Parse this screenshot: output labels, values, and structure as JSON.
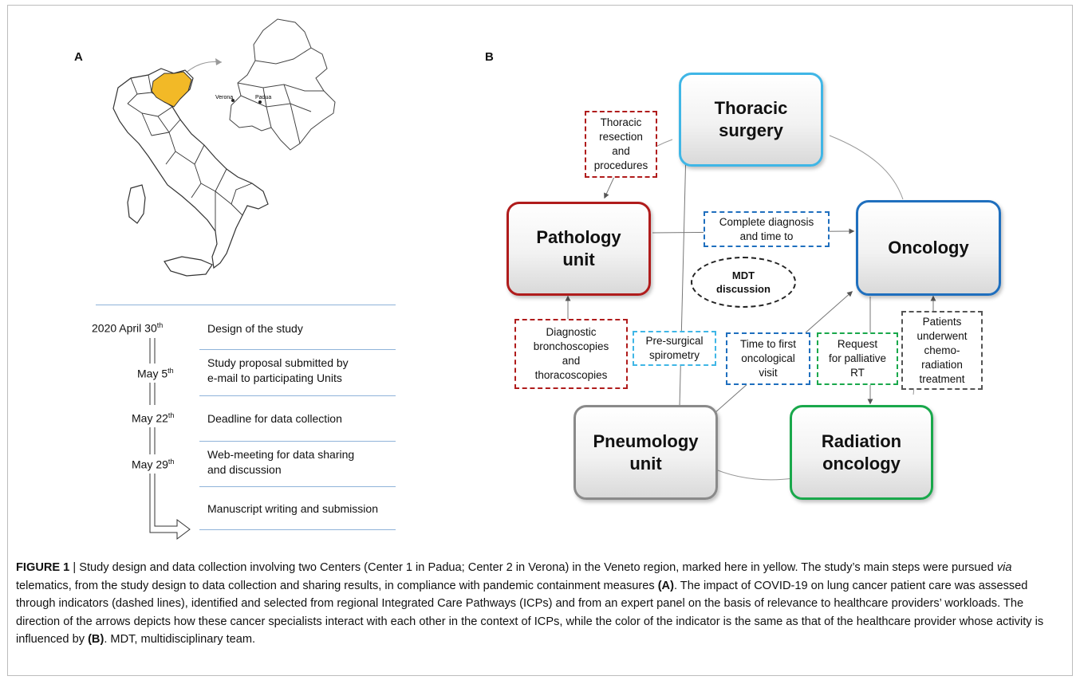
{
  "panel_a": {
    "label": "A",
    "map_labels": {
      "verona": "Verona",
      "padua": "Padua"
    },
    "highlight_color": "#f2b927",
    "timeline": [
      {
        "date": "2020 April 30",
        "date_sup": "th",
        "text": "Design of the study"
      },
      {
        "date": "May 5",
        "date_sup": "th",
        "text": "Study proposal submitted by\ne-mail to participating Units"
      },
      {
        "date": "May 22",
        "date_sup": "th",
        "text": "Deadline for data collection"
      },
      {
        "date": "May 29",
        "date_sup": "th",
        "text": "Web-meeting for data sharing\nand discussion"
      },
      {
        "date": "",
        "date_sup": "",
        "text": "Manuscript writing and submission"
      }
    ]
  },
  "panel_b": {
    "label": "B",
    "nodes": {
      "thoracic": {
        "label": "Thoracic\nsurgery",
        "color": "#3fb6e6"
      },
      "pathology": {
        "label": "Pathology\nunit",
        "color": "#b01c1c"
      },
      "oncology": {
        "label": "Oncology",
        "color": "#1f6fbe"
      },
      "pneumology": {
        "label": "Pneumology\nunit",
        "color": "#8a8a8a"
      },
      "radiation": {
        "label": "Radiation\noncology",
        "color": "#19a84b"
      },
      "mdt": {
        "label": "MDT\ndiscussion"
      }
    },
    "indicators": {
      "thoracic_resection": {
        "label": "Thoracic\nresection\nand\nprocedures",
        "color": "#b01c1c"
      },
      "complete_diagnosis": {
        "label": "Complete diagnosis\nand time to",
        "color": "#1f6fbe"
      },
      "diagnostic_bronch": {
        "label": "Diagnostic\nbronchoscopies\nand\nthoracoscopies",
        "color": "#b01c1c"
      },
      "spirometry": {
        "label": "Pre-surgical\nspirometry",
        "color": "#3fb6e6"
      },
      "first_visit": {
        "label": "Time to first\noncological\nvisit",
        "color": "#1f6fbe"
      },
      "palliative": {
        "label": "Request\nfor palliative\nRT",
        "color": "#19a84b"
      },
      "chemo": {
        "label": "Patients\nunderwent\nchemo-\nradiation\ntreatment",
        "color": "#555555"
      }
    }
  },
  "caption": {
    "fig_label": "FIGURE 1",
    "sep": " | ",
    "part1": "Study design and data collection involving two Centers (Center 1 in Padua; Center 2 in Verona) in the Veneto region, marked here in yellow. The study’s main steps were pursued ",
    "via": "via",
    "part2": " telematics, from the study design to data collection and sharing results, in compliance with pandemic containment measures ",
    "ref_a": "(A)",
    "part3": ". The impact of COVID-19 on lung cancer patient care was assessed through indicators (dashed lines), identified and selected from regional Integrated Care Pathways (ICPs) and from an expert panel on the basis of relevance to healthcare providers’ workloads. The direction of the arrows depicts how these cancer specialists interact with each other in the context of ICPs, while the color of the indicator is the same as that of the healthcare provider whose activity is influenced by ",
    "ref_b": "(B)",
    "part4": ". MDT, multidisciplinary team."
  }
}
